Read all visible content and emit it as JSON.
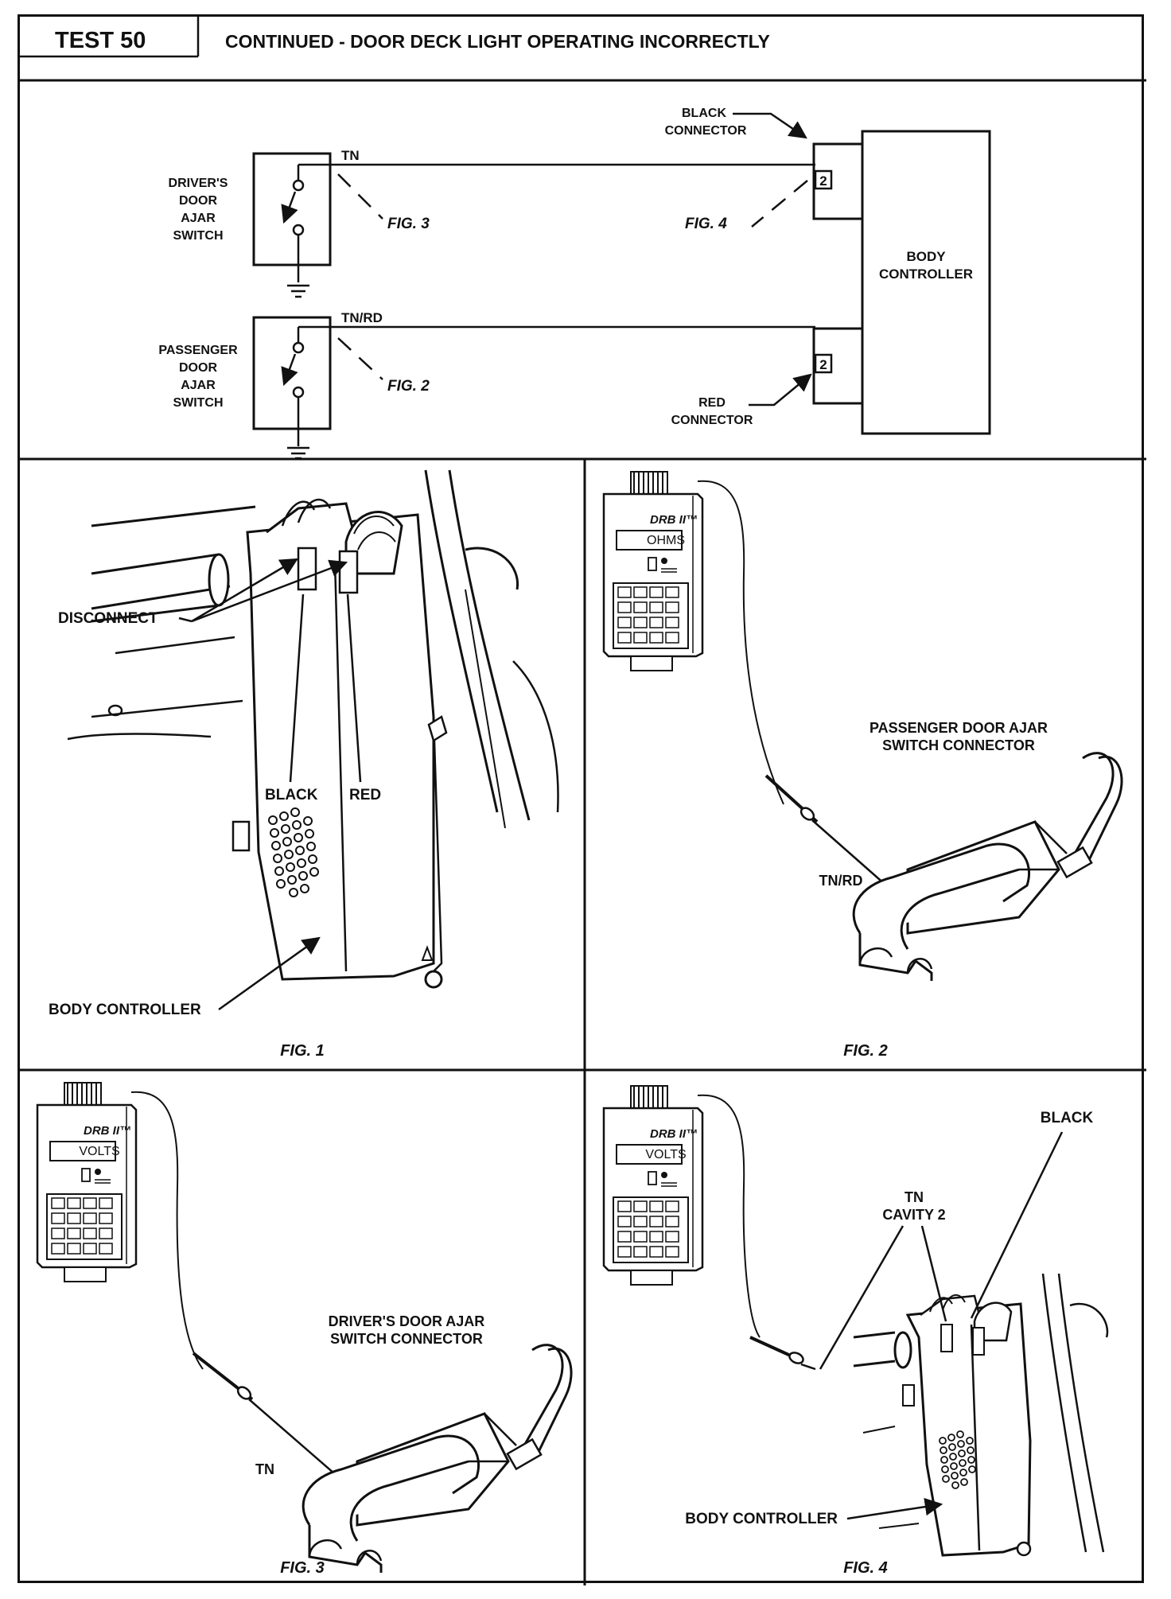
{
  "header": {
    "test_label": "TEST 50",
    "title": "CONTINUED - DOOR DECK LIGHT OPERATING INCORRECTLY"
  },
  "schematic": {
    "black_connector": [
      "BLACK",
      "CONNECTOR"
    ],
    "red_connector": [
      "RED",
      "CONNECTOR"
    ],
    "body_controller": [
      "BODY",
      "CONTROLLER"
    ],
    "driver_switch": [
      "DRIVER'S",
      "DOOR",
      "AJAR",
      "SWITCH"
    ],
    "passenger_switch": [
      "PASSENGER",
      "DOOR",
      "AJAR",
      "SWITCH"
    ],
    "wire_top": "TN",
    "wire_bottom": "TN/RD",
    "pin_top": "2",
    "pin_bottom": "2",
    "ref_fig3": "FIG. 3",
    "ref_fig4": "FIG. 4",
    "ref_fig2": "FIG. 2"
  },
  "fig1": {
    "caption": "FIG. 1",
    "disconnect": "DISCONNECT",
    "black": "BLACK",
    "red": "RED",
    "body_controller": "BODY CONTROLLER"
  },
  "fig2": {
    "caption": "FIG. 2",
    "meter_brand": "DRB II™",
    "meter_display": "OHMS",
    "connector_label": [
      "PASSENGER DOOR AJAR",
      "SWITCH CONNECTOR"
    ],
    "wire": "TN/RD"
  },
  "fig3": {
    "caption": "FIG. 3",
    "meter_brand": "DRB II™",
    "meter_display": "VOLTS",
    "connector_label": [
      "DRIVER'S DOOR AJAR",
      "SWITCH CONNECTOR"
    ],
    "wire": "TN"
  },
  "fig4": {
    "caption": "FIG. 4",
    "meter_brand": "DRB II™",
    "meter_display": "VOLTS",
    "black": "BLACK",
    "tn_cavity": [
      "TN",
      "CAVITY 2"
    ],
    "body_controller": "BODY CONTROLLER"
  }
}
